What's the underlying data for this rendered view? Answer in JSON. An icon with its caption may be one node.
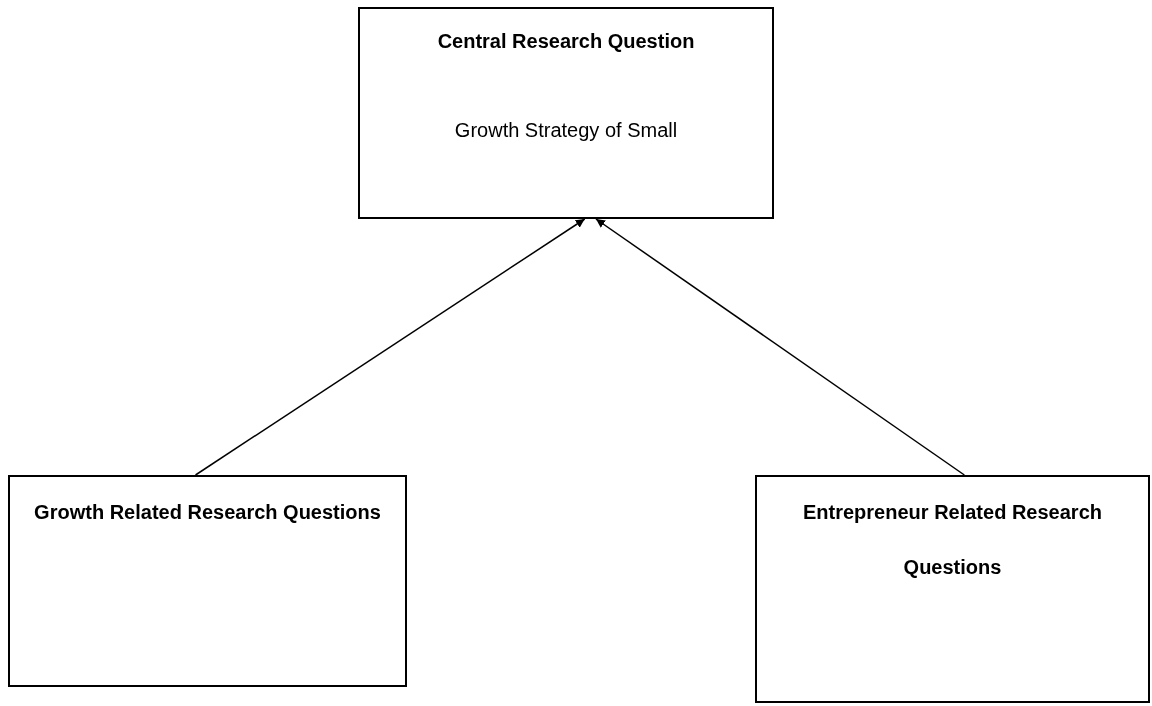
{
  "diagram": {
    "nodes": [
      {
        "text": [
          "Central Research Question",
          "Growth Strategy of Small"
        ]
      },
      {
        "text": [
          "Growth Related Research Questions"
        ]
      },
      {
        "text": [
          "Entrepreneur Related Research Questions"
        ]
      }
    ],
    "edges": [
      {
        "from": 1,
        "to": 0,
        "arrow": "to"
      },
      {
        "from": 2,
        "to": 0,
        "arrow": "to"
      }
    ]
  }
}
